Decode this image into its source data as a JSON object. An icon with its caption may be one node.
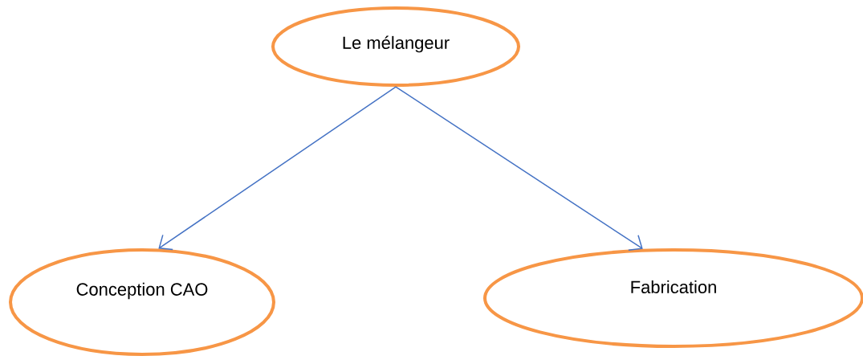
{
  "diagram": {
    "nodes": [
      {
        "text": [
          "Le mélangeur"
        ]
      },
      {
        "text": [
          "Conception CAO"
        ]
      },
      {
        "text": [
          "Fabrication"
        ]
      }
    ],
    "edges": [
      {
        "from": 0,
        "to": 1,
        "arrow": "to"
      },
      {
        "from": 0,
        "to": 2,
        "arrow": "to"
      }
    ]
  }
}
